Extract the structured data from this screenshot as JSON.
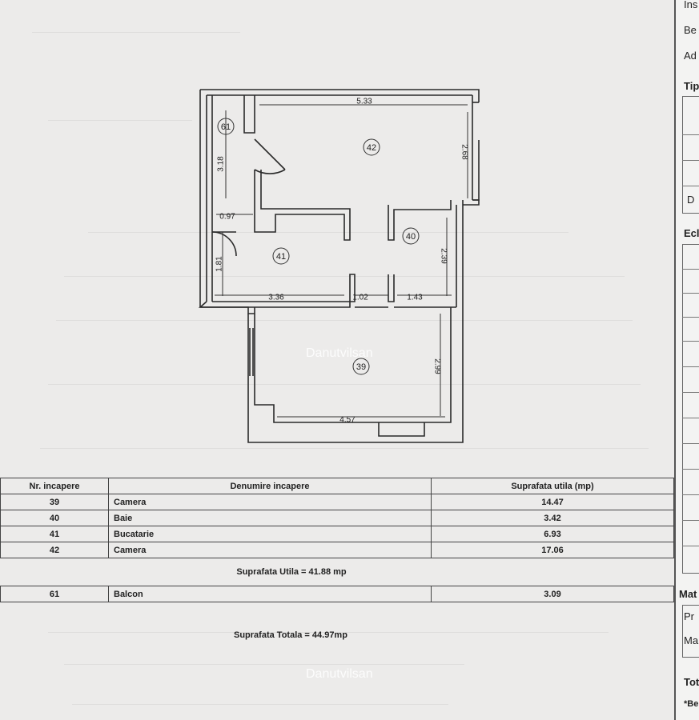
{
  "floorplan": {
    "dimensions": [
      "5.33",
      "3.18",
      "2.68",
      "0.97",
      "1.81",
      "2.39",
      "3.36",
      "1.02",
      "1.43",
      "2.99",
      "4.57"
    ],
    "room_markers": [
      "61",
      "42",
      "41",
      "40",
      "39"
    ]
  },
  "table": {
    "headers": [
      "Nr. incapere",
      "Denumire incapere",
      "Suprafata utila (mp)"
    ],
    "rows": [
      {
        "nr": "39",
        "name": "Camera",
        "area": "14.47"
      },
      {
        "nr": "40",
        "name": "Baie",
        "area": "3.42"
      },
      {
        "nr": "41",
        "name": "Bucatarie",
        "area": "6.93"
      },
      {
        "nr": "42",
        "name": "Camera",
        "area": "17.06"
      }
    ],
    "subtotal": "Suprafata Utila = 41.88 mp",
    "balcony": {
      "nr": "61",
      "name": "Balcon",
      "area": "3.09"
    },
    "total": "Suprafata Totala = 44.97mp"
  },
  "watermark": "Danutvilsan",
  "right_panel": {
    "lines": [
      "Ins",
      "Be",
      "Ad",
      "Tip",
      "D",
      "Ecl",
      "Mat",
      "Pr",
      "Ma",
      "Tot",
      "*Be"
    ]
  }
}
